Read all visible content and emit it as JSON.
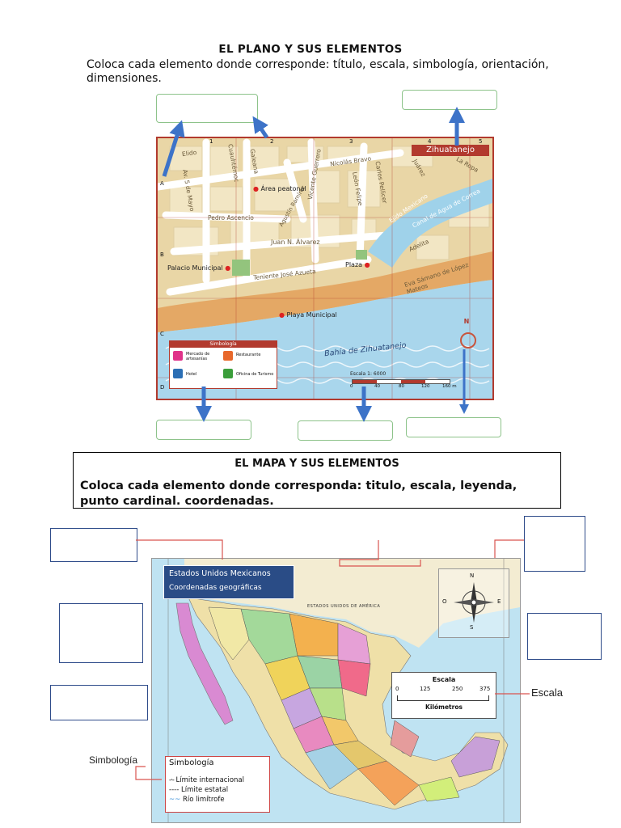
{
  "section1": {
    "title": "EL PLANO Y SUS ELEMENTOS",
    "instructions": "Coloca cada elemento donde corresponde: título, escala, simbología, orientación, dimensiones.",
    "plan_title": "Zihuatanejo",
    "grid_cols": [
      "1",
      "2",
      "3",
      "4",
      "5"
    ],
    "grid_rows": [
      "A",
      "B",
      "C",
      "D"
    ],
    "streets": [
      "Elido",
      "Cuauhtémoc",
      "Galeana",
      "Vicente Guerrero",
      "Nicolás Bravo",
      "Juárez",
      "La Ropa",
      "Av. 5 de Mayo",
      "Agustín Ramírez",
      "León Felipe",
      "Carlos Pellicer",
      "Pedro Ascencio",
      "Ejido Mexicano",
      "Canal de Agua de Correa",
      "Juan N. Álvarez",
      "Adelita",
      "Teniente José Azueta",
      "Eva Sámano de López Mateos"
    ],
    "places": [
      "Área peatonal",
      "Palacio Municipal",
      "Plaza",
      "Playa Municipal"
    ],
    "bay": "Bahía de Zihuatanejo",
    "north_label": "N",
    "scale_label": "Escala 1: 6000",
    "scale_ticks": [
      "0",
      "40",
      "80",
      "120",
      "160 m"
    ],
    "legend": {
      "title": "Simbología",
      "items": [
        {
          "label": "Mercado de artesanías",
          "color": "#e0338a"
        },
        {
          "label": "Restaurante",
          "color": "#e8682b"
        },
        {
          "label": "Hotel",
          "color": "#2b6fb5"
        },
        {
          "label": "Oficina de Turismo",
          "color": "#3b9e3b"
        }
      ]
    }
  },
  "section2": {
    "title": "EL MAPA Y SUS ELEMENTOS",
    "instructions": "Coloca cada elemento donde corresponda: titulo, escala, leyenda, punto cardinal. coordenadas.",
    "map_title_line1": "Estados Unidos Mexicanos",
    "map_title_line2": "Coordenadas geográficas",
    "country_label": "ESTADOS UNIDOS DE AMÉRICA",
    "compass": {
      "n": "N",
      "s": "S",
      "e": "E",
      "o": "O"
    },
    "scale": {
      "title": "Escala",
      "ticks": [
        "0",
        "125",
        "250",
        "375"
      ],
      "unit": "Kilómetros"
    },
    "side_label_scale": "Escala",
    "side_label_legend": "Simbología",
    "legend": {
      "title": "Simbología",
      "items": [
        "Límite internacional",
        "Límite estatal",
        "Río limítrofe"
      ]
    }
  },
  "colors": {
    "plan_border": "#b23a2e",
    "arrow_blue": "#3d73c8",
    "green_box": "#8dc38a",
    "blue_box": "#2f4c8a",
    "sea": "#a9d6ec",
    "land": "#e9d8a8"
  }
}
